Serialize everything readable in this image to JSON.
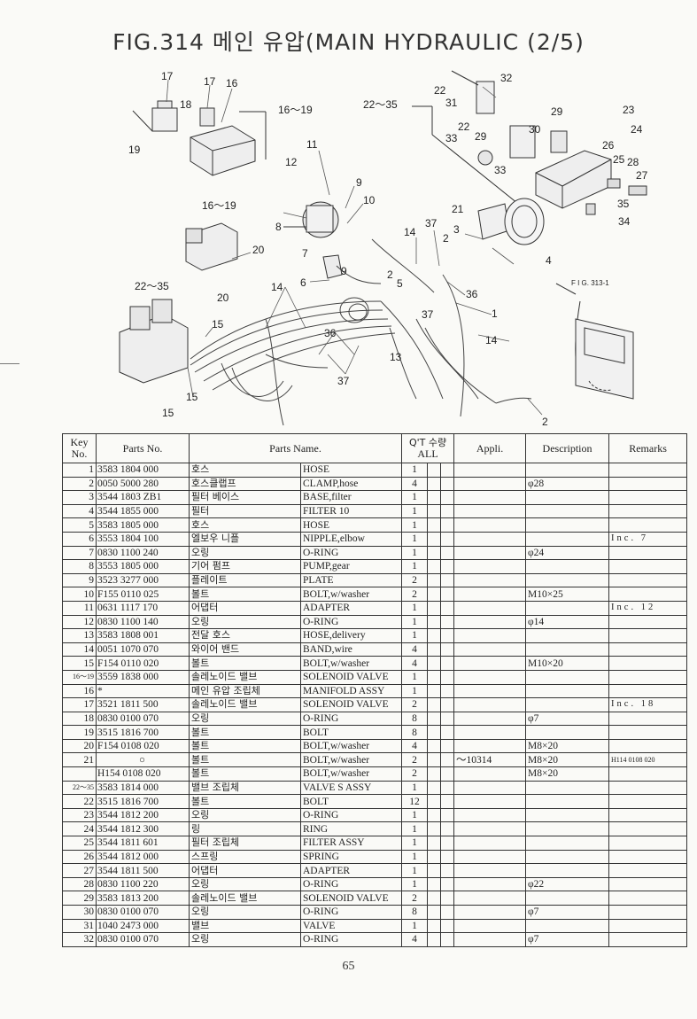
{
  "title": "FIG.314 메인 유압(MAIN HYDRAULIC (2/5)",
  "page_number": "65",
  "diagram": {
    "callouts": [
      "17",
      "17",
      "16",
      "18",
      "19",
      "16～19",
      "22",
      "32",
      "31",
      "22～35",
      "23",
      "29",
      "24",
      "22",
      "30",
      "26",
      "29",
      "33",
      "25",
      "28",
      "27",
      "33",
      "11",
      "12",
      "9",
      "10",
      "35",
      "34",
      "16～19",
      "21",
      "8",
      "37",
      "14",
      "2",
      "3",
      "4",
      "7",
      "9",
      "20",
      "6",
      "2",
      "5",
      "20",
      "22～35",
      "14",
      "36",
      "F I G. 313-1",
      "1",
      "15",
      "37",
      "14",
      "36",
      "13",
      "15",
      "37",
      "15",
      "2"
    ]
  },
  "table": {
    "headers": {
      "key": "Key No.",
      "parts_no": "Parts No.",
      "parts_name": "Parts Name.",
      "qty": "Q'T 수량",
      "qty_sub": "ALL",
      "appli": "Appli.",
      "description": "Description",
      "remarks": "Remarks"
    },
    "rows": [
      {
        "key": "1",
        "pno": "3583 1804 000",
        "kr": "호스",
        "en": "HOSE",
        "qty": "1",
        "appli": "",
        "desc": "",
        "rem": ""
      },
      {
        "key": "2",
        "pno": "0050 5000 280",
        "kr": "호스클랩프",
        "en": "CLAMP,hose",
        "qty": "4",
        "appli": "",
        "desc": "φ28",
        "rem": ""
      },
      {
        "key": "3",
        "pno": "3544 1803 ZB1",
        "kr": "필터 베이스",
        "en": "BASE,filter",
        "qty": "1",
        "appli": "",
        "desc": "",
        "rem": ""
      },
      {
        "key": "4",
        "pno": "3544 1855 000",
        "kr": "필터",
        "en": "FILTER 10",
        "qty": "1",
        "appli": "",
        "desc": "",
        "rem": ""
      },
      {
        "key": "5",
        "pno": "3583 1805 000",
        "kr": "호스",
        "en": "HOSE",
        "qty": "1",
        "appli": "",
        "desc": "",
        "rem": ""
      },
      {
        "key": "6",
        "pno": "3553 1804 100",
        "kr": "엘보우 니플",
        "en": "NIPPLE,elbow",
        "qty": "1",
        "appli": "",
        "desc": "",
        "rem": "Inc. 7"
      },
      {
        "key": "7",
        "pno": "0830 1100 240",
        "kr": "오링",
        "en": "O-RING",
        "qty": "1",
        "appli": "",
        "desc": "φ24",
        "rem": ""
      },
      {
        "key": "8",
        "pno": "3553 1805 000",
        "kr": "기어 펌프",
        "en": "PUMP,gear",
        "qty": "1",
        "appli": "",
        "desc": "",
        "rem": ""
      },
      {
        "key": "9",
        "pno": "3523 3277 000",
        "kr": "플레이트",
        "en": "PLATE",
        "qty": "2",
        "appli": "",
        "desc": "",
        "rem": ""
      },
      {
        "key": "10",
        "pno": "F155 0110 025",
        "kr": "볼트",
        "en": "BOLT,w/washer",
        "qty": "2",
        "appli": "",
        "desc": "M10×25",
        "rem": ""
      },
      {
        "key": "11",
        "pno": "0631 1117 170",
        "kr": "어댑터",
        "en": "ADAPTER",
        "qty": "1",
        "appli": "",
        "desc": "",
        "rem": "Inc. 12"
      },
      {
        "key": "12",
        "pno": "0830 1100 140",
        "kr": "오링",
        "en": "O-RING",
        "qty": "1",
        "appli": "",
        "desc": "φ14",
        "rem": ""
      },
      {
        "key": "13",
        "pno": "3583 1808 001",
        "kr": "전달 호스",
        "en": "HOSE,delivery",
        "qty": "1",
        "appli": "",
        "desc": "",
        "rem": ""
      },
      {
        "key": "14",
        "pno": "0051 1070 070",
        "kr": "와이어 밴드",
        "en": "BAND,wire",
        "qty": "4",
        "appli": "",
        "desc": "",
        "rem": ""
      },
      {
        "key": "15",
        "pno": "F154 0110 020",
        "kr": "볼트",
        "en": "BOLT,w/washer",
        "qty": "4",
        "appli": "",
        "desc": "M10×20",
        "rem": ""
      },
      {
        "key": "16～19",
        "pno": "3559 1838 000",
        "kr": "솔레노이드 밸브",
        "en": "SOLENOID VALVE",
        "qty": "1",
        "appli": "",
        "desc": "",
        "rem": ""
      },
      {
        "key": "16",
        "pno": "*",
        "kr": "메인 유압 조립체",
        "en": "MANIFOLD ASSY",
        "qty": "1",
        "appli": "",
        "desc": "",
        "rem": ""
      },
      {
        "key": "17",
        "pno": "3521 1811 500",
        "kr": "솔레노이드 밸브",
        "en": "SOLENOID VALVE",
        "qty": "2",
        "appli": "",
        "desc": "",
        "rem": "Inc. 18"
      },
      {
        "key": "18",
        "pno": "0830 0100 070",
        "kr": "오링",
        "en": "O-RING",
        "qty": "8",
        "appli": "",
        "desc": "φ7",
        "rem": ""
      },
      {
        "key": "19",
        "pno": "3515 1816 700",
        "kr": "볼트",
        "en": "BOLT",
        "qty": "8",
        "appli": "",
        "desc": "",
        "rem": ""
      },
      {
        "key": "20",
        "pno": "F154 0108 020",
        "kr": "볼트",
        "en": "BOLT,w/washer",
        "qty": "4",
        "appli": "",
        "desc": "M8×20",
        "rem": ""
      },
      {
        "key": "21",
        "pno": "○",
        "kr": "볼트",
        "en": "BOLT,w/washer",
        "qty": "2",
        "appli": "～10314",
        "desc": "M8×20",
        "rem": "H114 0108 020"
      },
      {
        "key": "",
        "pno": "H154 0108 020",
        "kr": "볼트",
        "en": "BOLT,w/washer",
        "qty": "2",
        "appli": "",
        "desc": "M8×20",
        "rem": ""
      },
      {
        "key": "22～35",
        "pno": "3583 1814 000",
        "kr": "밸브 조립체",
        "en": "VALVE S ASSY",
        "qty": "1",
        "appli": "",
        "desc": "",
        "rem": ""
      },
      {
        "key": "22",
        "pno": "3515 1816 700",
        "kr": "볼트",
        "en": "BOLT",
        "qty": "12",
        "appli": "",
        "desc": "",
        "rem": ""
      },
      {
        "key": "23",
        "pno": "3544 1812 200",
        "kr": "오링",
        "en": "O-RING",
        "qty": "1",
        "appli": "",
        "desc": "",
        "rem": ""
      },
      {
        "key": "24",
        "pno": "3544 1812 300",
        "kr": "링",
        "en": "RING",
        "qty": "1",
        "appli": "",
        "desc": "",
        "rem": ""
      },
      {
        "key": "25",
        "pno": "3544 1811 601",
        "kr": "필터 조립체",
        "en": "FILTER ASSY",
        "qty": "1",
        "appli": "",
        "desc": "",
        "rem": ""
      },
      {
        "key": "26",
        "pno": "3544 1812 000",
        "kr": "스프링",
        "en": "SPRING",
        "qty": "1",
        "appli": "",
        "desc": "",
        "rem": ""
      },
      {
        "key": "27",
        "pno": "3544 1811 500",
        "kr": "어댑터",
        "en": "ADAPTER",
        "qty": "1",
        "appli": "",
        "desc": "",
        "rem": ""
      },
      {
        "key": "28",
        "pno": "0830 1100 220",
        "kr": "오링",
        "en": "O-RING",
        "qty": "1",
        "appli": "",
        "desc": "φ22",
        "rem": ""
      },
      {
        "key": "29",
        "pno": "3583 1813 200",
        "kr": "솔레노이드 밸브",
        "en": "SOLENOID VALVE",
        "qty": "2",
        "appli": "",
        "desc": "",
        "rem": ""
      },
      {
        "key": "30",
        "pno": "0830 0100 070",
        "kr": "오링",
        "en": "O-RING",
        "qty": "8",
        "appli": "",
        "desc": "φ7",
        "rem": ""
      },
      {
        "key": "31",
        "pno": "1040 2473 000",
        "kr": "밸브",
        "en": "VALVE",
        "qty": "1",
        "appli": "",
        "desc": "",
        "rem": ""
      },
      {
        "key": "32",
        "pno": "0830 0100 070",
        "kr": "오링",
        "en": "O-RING",
        "qty": "4",
        "appli": "",
        "desc": "φ7",
        "rem": ""
      }
    ]
  }
}
